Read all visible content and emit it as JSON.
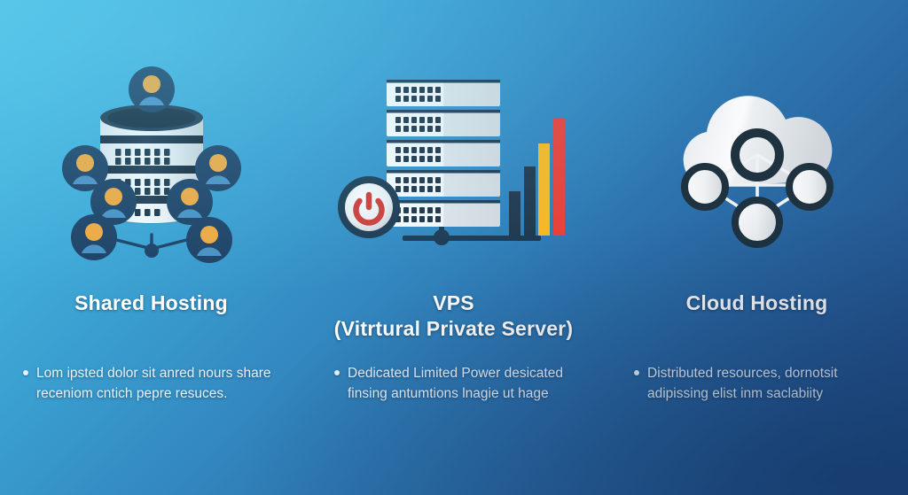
{
  "background": {
    "gradient_from": "#4ec3e6",
    "gradient_to": "#204a82",
    "direction": "135deg top-left to bottom-right"
  },
  "palette": {
    "heading_text": "#ffffff",
    "body_text": "#e9f2fa",
    "avatar_ring": "#1d3f63",
    "avatar_head": "#f5a93c",
    "avatar_body": "#4a90c4",
    "server_white": "#f2f4f6",
    "server_shadow": "#d8dde2",
    "dark_navy": "#1e3a52",
    "bar_navy": "#21394f",
    "bar_yellow": "#f6b825",
    "bar_red": "#e8413a",
    "power_red": "#d23b36",
    "cloud_white": "#eef1f4",
    "connector_line": "#1d3f63"
  },
  "columns": [
    {
      "id": "shared-hosting",
      "icon": "shared-hosting-network-icon",
      "heading_line1": "Shared Hosting",
      "heading_line2": "",
      "bullets": [
        "Lom ipsted dolor sit anred nours share receniom cntich pepre resuces."
      ]
    },
    {
      "id": "vps",
      "icon": "vps-server-rack-icon",
      "heading_line1": "VPS",
      "heading_line2": "(Vitrtural Private Server)",
      "bullets": [
        "Dedicated Limited Power desicated finsing antumtions lnagie ut hage"
      ]
    },
    {
      "id": "cloud-hosting",
      "icon": "cloud-hosting-network-icon",
      "heading_line1": "Cloud Hosting",
      "heading_line2": "",
      "bullets": [
        "Distributed resources, dornotsit adipissing elist inm saclabiity"
      ]
    }
  ]
}
